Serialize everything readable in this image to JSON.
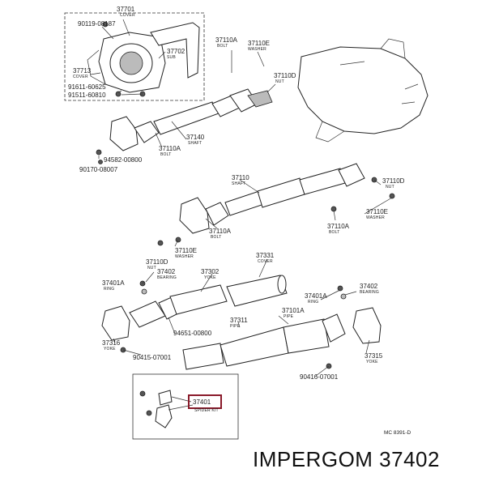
{
  "brand": "IMPERGOM 37402",
  "diagram_code": "MC 8391-D",
  "callouts": [
    {
      "id": "c0",
      "number": "37701",
      "desc": "COVER"
    },
    {
      "id": "c1",
      "number": "90119-08187",
      "desc": ""
    },
    {
      "id": "c2",
      "number": "37702",
      "desc": "SUB"
    },
    {
      "id": "c3",
      "number": "37713",
      "desc": "COVER"
    },
    {
      "id": "c4",
      "number": "91611-60625",
      "desc": ""
    },
    {
      "id": "c5",
      "number": "91511-60810",
      "desc": ""
    },
    {
      "id": "c6",
      "number": "37110A",
      "desc": "BOLT"
    },
    {
      "id": "c7",
      "number": "37110E",
      "desc": "WASHER"
    },
    {
      "id": "c8",
      "number": "37110D",
      "desc": "NUT"
    },
    {
      "id": "c9",
      "number": "37140",
      "desc": "SHAFT"
    },
    {
      "id": "c10",
      "number": "37110A",
      "desc": "BOLT"
    },
    {
      "id": "c11",
      "number": "94582-00800",
      "desc": ""
    },
    {
      "id": "c12",
      "number": "90170-08007",
      "desc": ""
    },
    {
      "id": "c13",
      "number": "37110",
      "desc": "SHAFT"
    },
    {
      "id": "c14",
      "number": "37110D",
      "desc": "NUT"
    },
    {
      "id": "c15",
      "number": "37110E",
      "desc": "WASHER"
    },
    {
      "id": "c16",
      "number": "37110A",
      "desc": "BOLT"
    },
    {
      "id": "c17",
      "number": "37110A",
      "desc": "BOLT"
    },
    {
      "id": "c18",
      "number": "37110E",
      "desc": "WASHER"
    },
    {
      "id": "c19",
      "number": "37110D",
      "desc": "NUT"
    },
    {
      "id": "c20",
      "number": "37331",
      "desc": "COVER"
    },
    {
      "id": "c21",
      "number": "37402",
      "desc": "BEARING"
    },
    {
      "id": "c22",
      "number": "37302",
      "desc": "YOKE"
    },
    {
      "id": "c23",
      "number": "37401A",
      "desc": "RING"
    },
    {
      "id": "c24",
      "number": "37401A",
      "desc": "RING"
    },
    {
      "id": "c25",
      "number": "37402",
      "desc": "BEARING"
    },
    {
      "id": "c26",
      "number": "37311",
      "desc": "PIPE"
    },
    {
      "id": "c27",
      "number": "37101A",
      "desc": "PIPE"
    },
    {
      "id": "c28",
      "number": "37316",
      "desc": "YOKE"
    },
    {
      "id": "c29",
      "number": "94651-00800",
      "desc": ""
    },
    {
      "id": "c30",
      "number": "90415-07001",
      "desc": ""
    },
    {
      "id": "c31",
      "number": "37315",
      "desc": "YOKE"
    },
    {
      "id": "c32",
      "number": "90416-07001",
      "desc": ""
    },
    {
      "id": "c33",
      "number": "37401",
      "desc": "SPIDER KIT"
    }
  ]
}
